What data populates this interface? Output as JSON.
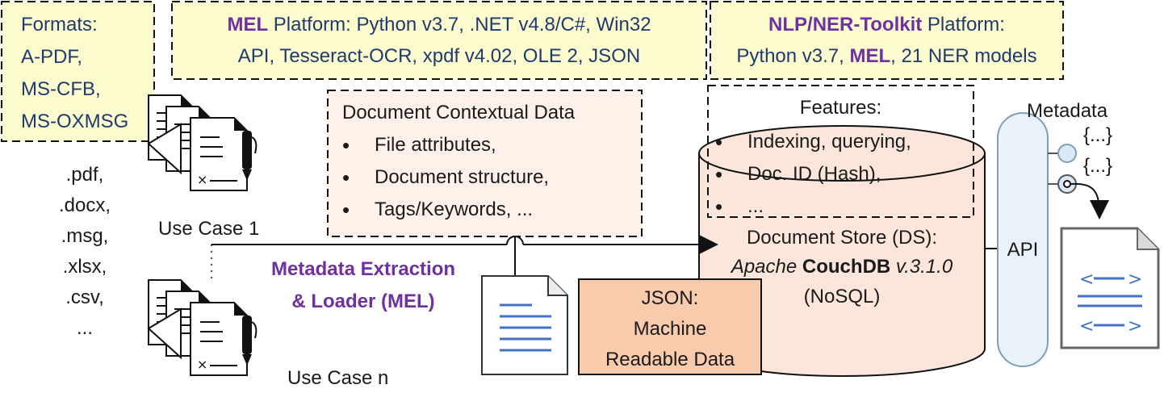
{
  "formats": {
    "title": "Formats:",
    "items": [
      "A-PDF,",
      "MS-CFB,",
      "MS-OXMSG"
    ]
  },
  "mel_platform": {
    "brand": "MEL",
    "line1_rest": " Platform:  Python v3.7, .NET v4.8/C#, Win32",
    "line2": "API, Tesseract-OCR, xpdf v4.02, OLE 2, JSON"
  },
  "nlp_platform": {
    "brand": "NLP/NER-Toolkit",
    "line1_rest": " Platform:",
    "line2_pre": "Python v3.7, ",
    "line2_brand": "MEL",
    "line2_post": ", 21 NER models"
  },
  "extensions": [
    ".pdf,",
    ".docx,",
    ".msg,",
    ".xlsx,",
    ".csv,",
    "..."
  ],
  "use_cases": {
    "first": "Use Case 1",
    "last": "Use Case n"
  },
  "contextual": {
    "title": "Document Contextual Data",
    "items": [
      "File attributes,",
      "Document structure,",
      "Tags/Keywords, ..."
    ]
  },
  "mel_label": {
    "line1": "Metadata Extraction",
    "line2": "& Loader (MEL)"
  },
  "features": {
    "title": "Features:",
    "items": [
      "Indexing, querying,",
      "Doc. ID (Hash),",
      "..."
    ]
  },
  "store": {
    "line1": "Document Store (DS):",
    "apache": "Apache ",
    "couch": "CouchDB",
    "version": " v.3.1.0",
    "line3": "(NoSQL)"
  },
  "json_box": {
    "line1": "JSON:",
    "line2": "Machine",
    "line3": "Readable Data"
  },
  "api": {
    "label": "API",
    "metadata_label": "Metadata",
    "braces": [
      "{...}",
      "{...}"
    ]
  },
  "colors": {
    "yellow_fill": "#fcfccf",
    "peach_fill": "#fdf1ea",
    "cylinder_fill": "#fce6dc",
    "json_fill": "#f8cbad",
    "api_fill": "#e9f2f8",
    "purple": "#7030a0",
    "blue_text": "#1f3a6b"
  }
}
